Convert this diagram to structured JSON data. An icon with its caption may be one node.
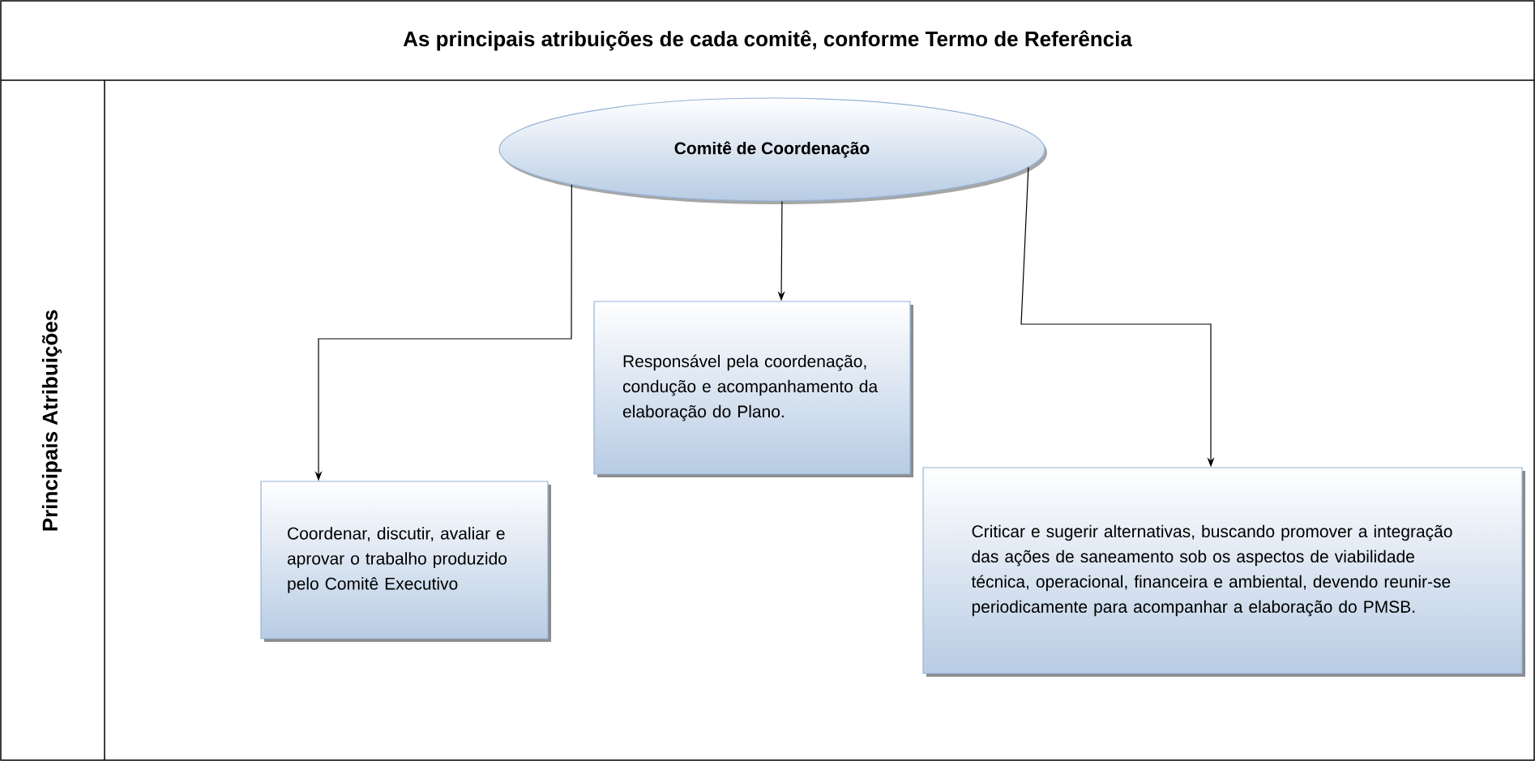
{
  "diagram": {
    "title": "As principais atribuições de cada comitê, conforme Termo de Referência",
    "nodes": [
      {
        "text": [
          "Comitê de Coordenação"
        ]
      },
      {
        "text": [
          "Coordenar, discutir, avaliar e aprovar o trabalho produzido pelo Comitê Executivo"
        ]
      },
      {
        "text": [
          "Responsável pela coordenação, condução e acompanhamento da elaboração do Plano."
        ]
      },
      {
        "text": [
          "Criticar e sugerir alternativas, buscando promover a integração das ações de saneamento sob os aspectos de viabilidade técnica, operacional, financeira e ambiental, devendo reunir-se periodicamente para acompanhar a elaboração do PMSB."
        ]
      }
    ],
    "edges": [
      {
        "from": 0,
        "to": 1,
        "arrow": "to"
      },
      {
        "from": 0,
        "to": 2,
        "arrow": "to"
      },
      {
        "from": 0,
        "to": 3,
        "arrow": "to"
      }
    ],
    "labels": [
      "Principais Atribuições"
    ]
  }
}
